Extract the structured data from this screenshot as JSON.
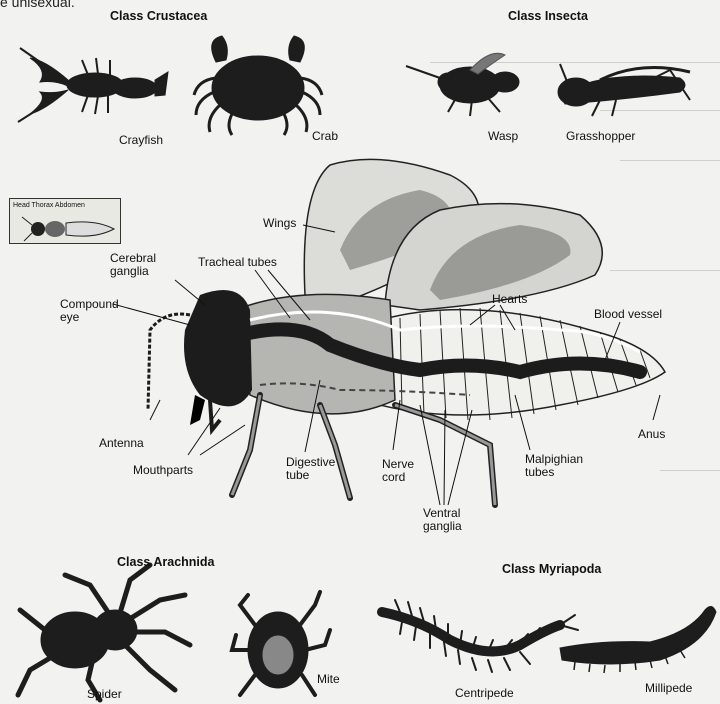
{
  "top_text": "e unisexual.",
  "groups": {
    "crustacea": "Class Crustacea",
    "insecta": "Class Insecta",
    "arachnida": "Class Arachnida",
    "myriapoda": "Class Myriapoda"
  },
  "animals": {
    "crayfish": "Crayfish",
    "crab": "Crab",
    "wasp": "Wasp",
    "grasshopper": "Grasshopper",
    "spider": "Spider",
    "mite": "Mite",
    "centripede": "Centripede",
    "millipede": "Millipede"
  },
  "inset": {
    "label": "Head Thorax Abdomen"
  },
  "parts": {
    "wings": "Wings",
    "cerebral_ganglia": "Cerebral\nganglia",
    "tracheal_tubes": "Tracheal tubes",
    "compound_eye": "Compound\neye",
    "hearts": "Hearts",
    "blood_vessel": "Blood vessel",
    "antenna": "Antenna",
    "mouthparts": "Mouthparts",
    "digestive_tube": "Digestive\ntube",
    "nerve_cord": "Nerve\ncord",
    "malpighian_tubes": "Malpighian\ntubes",
    "anus": "Anus",
    "ventral_ganglia": "Ventral\nganglia"
  }
}
